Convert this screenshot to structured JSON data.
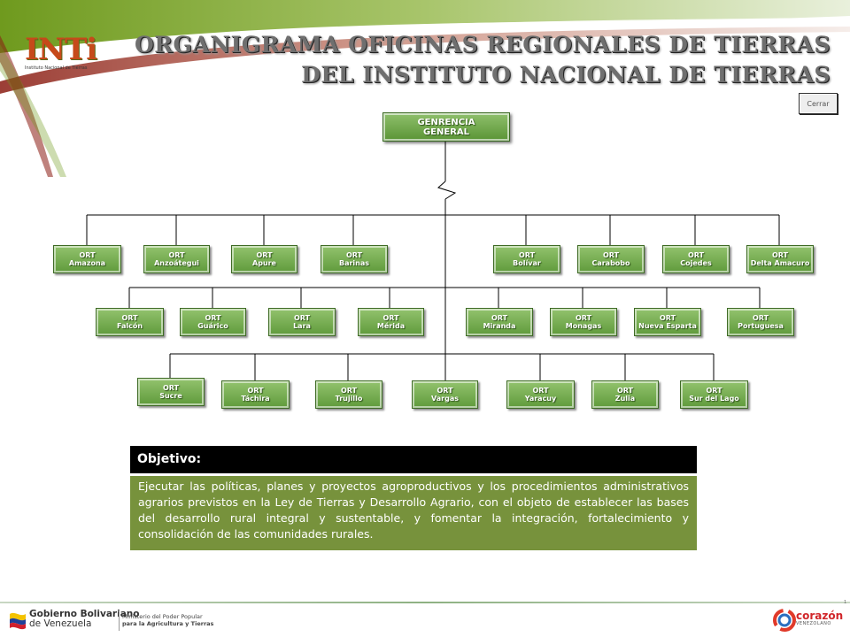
{
  "header": {
    "logo_text": "INTi",
    "logo_subtext": "Instituto Nacional de Tierras",
    "title_line1": "ORGANIGRAMA OFICINAS REGIONALES DE TIERRAS",
    "title_line2": "DEL INSTITUTO NACIONAL DE TIERRAS",
    "close_label": "Cerrar"
  },
  "org": {
    "root_line1": "GENRENCIA",
    "root_line2": "GENERAL",
    "row1": [
      {
        "top": "ORT",
        "name": "Amazona"
      },
      {
        "top": "ORT",
        "name": "Anzoátegui"
      },
      {
        "top": "ORT",
        "name": "Apure"
      },
      {
        "top": "ORT",
        "name": "Barinas"
      },
      {
        "top": "ORT",
        "name": "Bolívar"
      },
      {
        "top": "ORT",
        "name": "Carabobo"
      },
      {
        "top": "ORT",
        "name": "Cojedes"
      },
      {
        "top": "ORT",
        "name": "Delta Amacuro"
      }
    ],
    "row2": [
      {
        "top": "ORT",
        "name": "Falcón"
      },
      {
        "top": "ORT",
        "name": "Guárico"
      },
      {
        "top": "ORT",
        "name": "Lara"
      },
      {
        "top": "ORT",
        "name": "Mérida"
      },
      {
        "top": "ORT",
        "name": "Miranda"
      },
      {
        "top": "ORT",
        "name": "Monagas"
      },
      {
        "top": "ORT",
        "name": "Nueva Esparta"
      },
      {
        "top": "ORT",
        "name": "Portuguesa"
      }
    ],
    "row3": [
      {
        "top": "ORT",
        "name": "Sucre"
      },
      {
        "top": "ORT",
        "name": "Táchira"
      },
      {
        "top": "ORT",
        "name": "Trujillo"
      },
      {
        "top": "ORT",
        "name": "Vargas"
      },
      {
        "top": "ORT",
        "name": "Yaracuy"
      },
      {
        "top": "ORT",
        "name": "Zulia"
      },
      {
        "top": "ORT",
        "name": "Sur del Lago"
      }
    ]
  },
  "objective": {
    "heading": "Objetivo:",
    "text": "Ejecutar las políticas, planes y proyectos agroproductivos y los procedimientos administrativos agrarios previstos en la Ley de Tierras y Desarrollo Agrario, con el objeto de establecer las bases del desarrollo rural integral y sustentable, y fomentar la integración, fortalecimiento y consolidación de las comunidades rurales."
  },
  "footer": {
    "gov_line1": "Gobierno Bolivariano",
    "gov_line2": "de Venezuela",
    "ministry_line1": "Ministerio del Poder Popular",
    "ministry_line2": "para la Agricultura y Tierras",
    "brand_line1": "corazón",
    "brand_line2": "VENEZOLANO",
    "slide_number": "1"
  },
  "colors": {
    "box_green": "#6fa648",
    "objective_green": "#77923c",
    "title_gray": "#6f6f6f"
  }
}
